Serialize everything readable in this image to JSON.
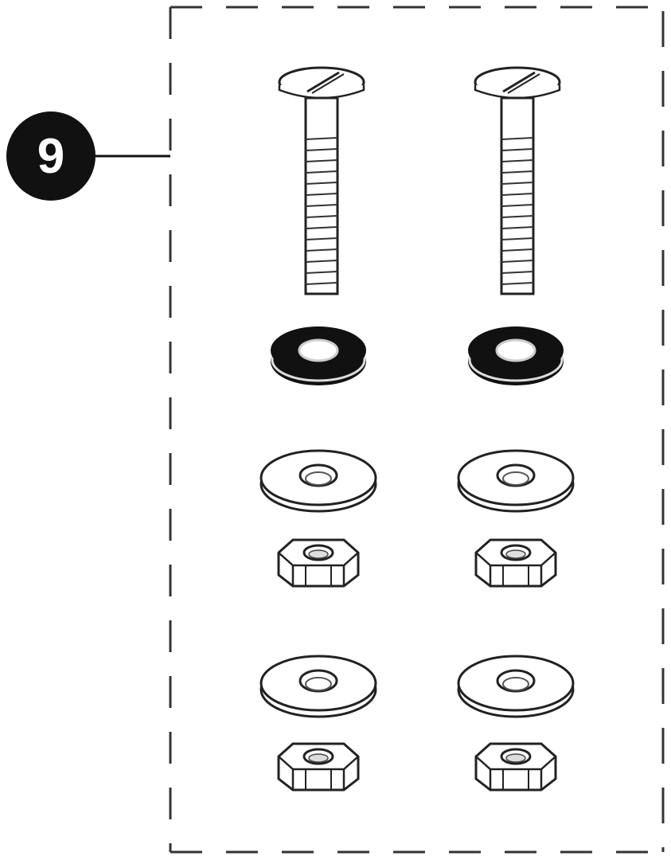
{
  "diagram": {
    "type": "exploded parts kit",
    "callout": {
      "label": "9",
      "color": "#111111",
      "text_color": "#ffffff"
    },
    "kit_box": {
      "border_style": "dashed",
      "border_color": "#333333"
    },
    "columns": 2,
    "parts": [
      {
        "name": "slotted-bolt",
        "count": 2
      },
      {
        "name": "rubber-washer",
        "count": 2,
        "color": "#111111"
      },
      {
        "name": "flat-washer",
        "count": 4
      },
      {
        "name": "hex-nut",
        "count": 4
      }
    ]
  }
}
